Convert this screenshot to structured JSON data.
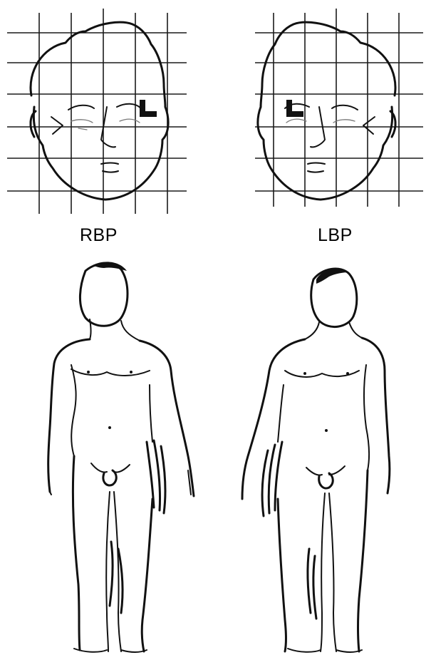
{
  "figure": {
    "panels": [
      {
        "id": "right",
        "label": "RBP"
      },
      {
        "id": "left",
        "label": "LBP"
      }
    ]
  }
}
